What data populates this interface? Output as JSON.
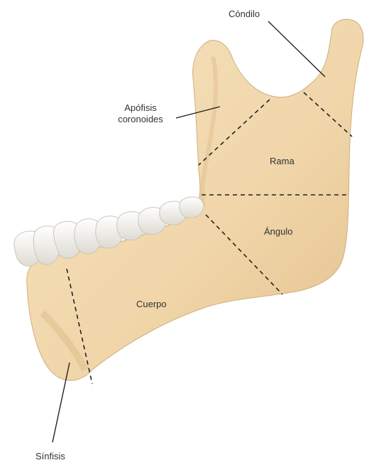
{
  "labels": {
    "condilo": "Cóndilo",
    "apofisis_line1": "Apófisis",
    "apofisis_line2": "coronoides",
    "rama": "Rama",
    "angulo": "Ángulo",
    "cuerpo": "Cuerpo",
    "sinfisis": "Sínfisis"
  },
  "colors": {
    "bone": "#f1d8ae",
    "bone_shadow": "#dcbd8c",
    "tooth": "#f7f7f2",
    "tooth_shade": "#d9d9d2",
    "line": "#222222"
  }
}
